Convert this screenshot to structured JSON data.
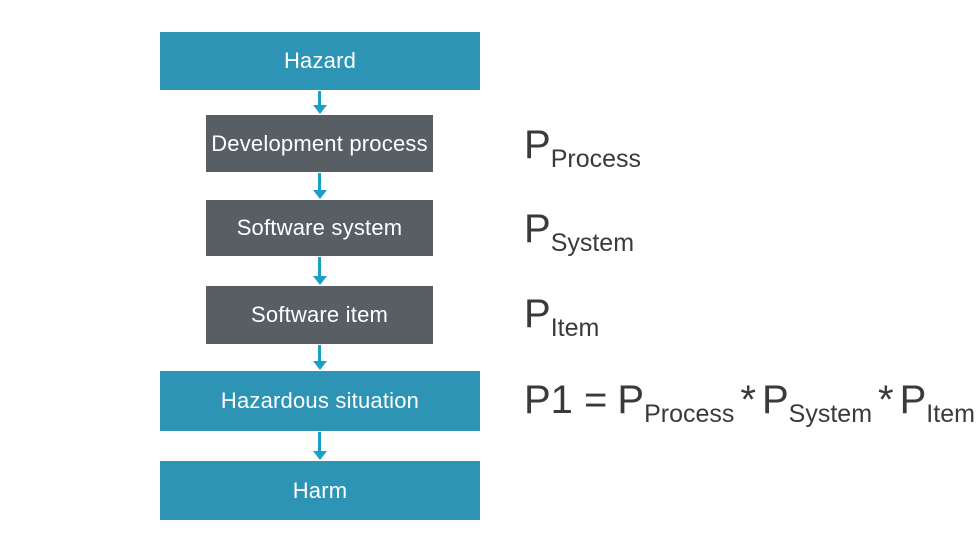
{
  "diagram": {
    "nodes": [
      {
        "id": "hazard",
        "label": "Hazard",
        "style": "teal"
      },
      {
        "id": "development-process",
        "label": "Development process",
        "style": "gray"
      },
      {
        "id": "software-system",
        "label": "Software system",
        "style": "gray"
      },
      {
        "id": "software-item",
        "label": "Software item",
        "style": "gray"
      },
      {
        "id": "hazardous-situation",
        "label": "Hazardous situation",
        "style": "teal"
      },
      {
        "id": "harm",
        "label": "Harm",
        "style": "teal"
      }
    ],
    "edges": [
      {
        "from": "hazard",
        "to": "development-process"
      },
      {
        "from": "development-process",
        "to": "software-system"
      },
      {
        "from": "software-system",
        "to": "software-item"
      },
      {
        "from": "software-item",
        "to": "hazardous-situation"
      },
      {
        "from": "hazardous-situation",
        "to": "harm"
      }
    ],
    "annotations": [
      {
        "base": "P",
        "sub": "Process"
      },
      {
        "base": "P",
        "sub": "System"
      },
      {
        "base": "P",
        "sub": "Item"
      }
    ],
    "formula": {
      "lhs": "P1 =",
      "operator": "*",
      "terms": [
        {
          "base": "P",
          "sub": "Process"
        },
        {
          "base": "P",
          "sub": "System"
        },
        {
          "base": "P",
          "sub": "Item"
        }
      ]
    },
    "colors": {
      "teal_box": "#2E94B5",
      "gray_box": "#575E64",
      "arrow": "#1A9FC7",
      "box_text": "#FFFFFF",
      "annotation_text": "#3A3A3A",
      "background": "#FFFFFF"
    }
  }
}
